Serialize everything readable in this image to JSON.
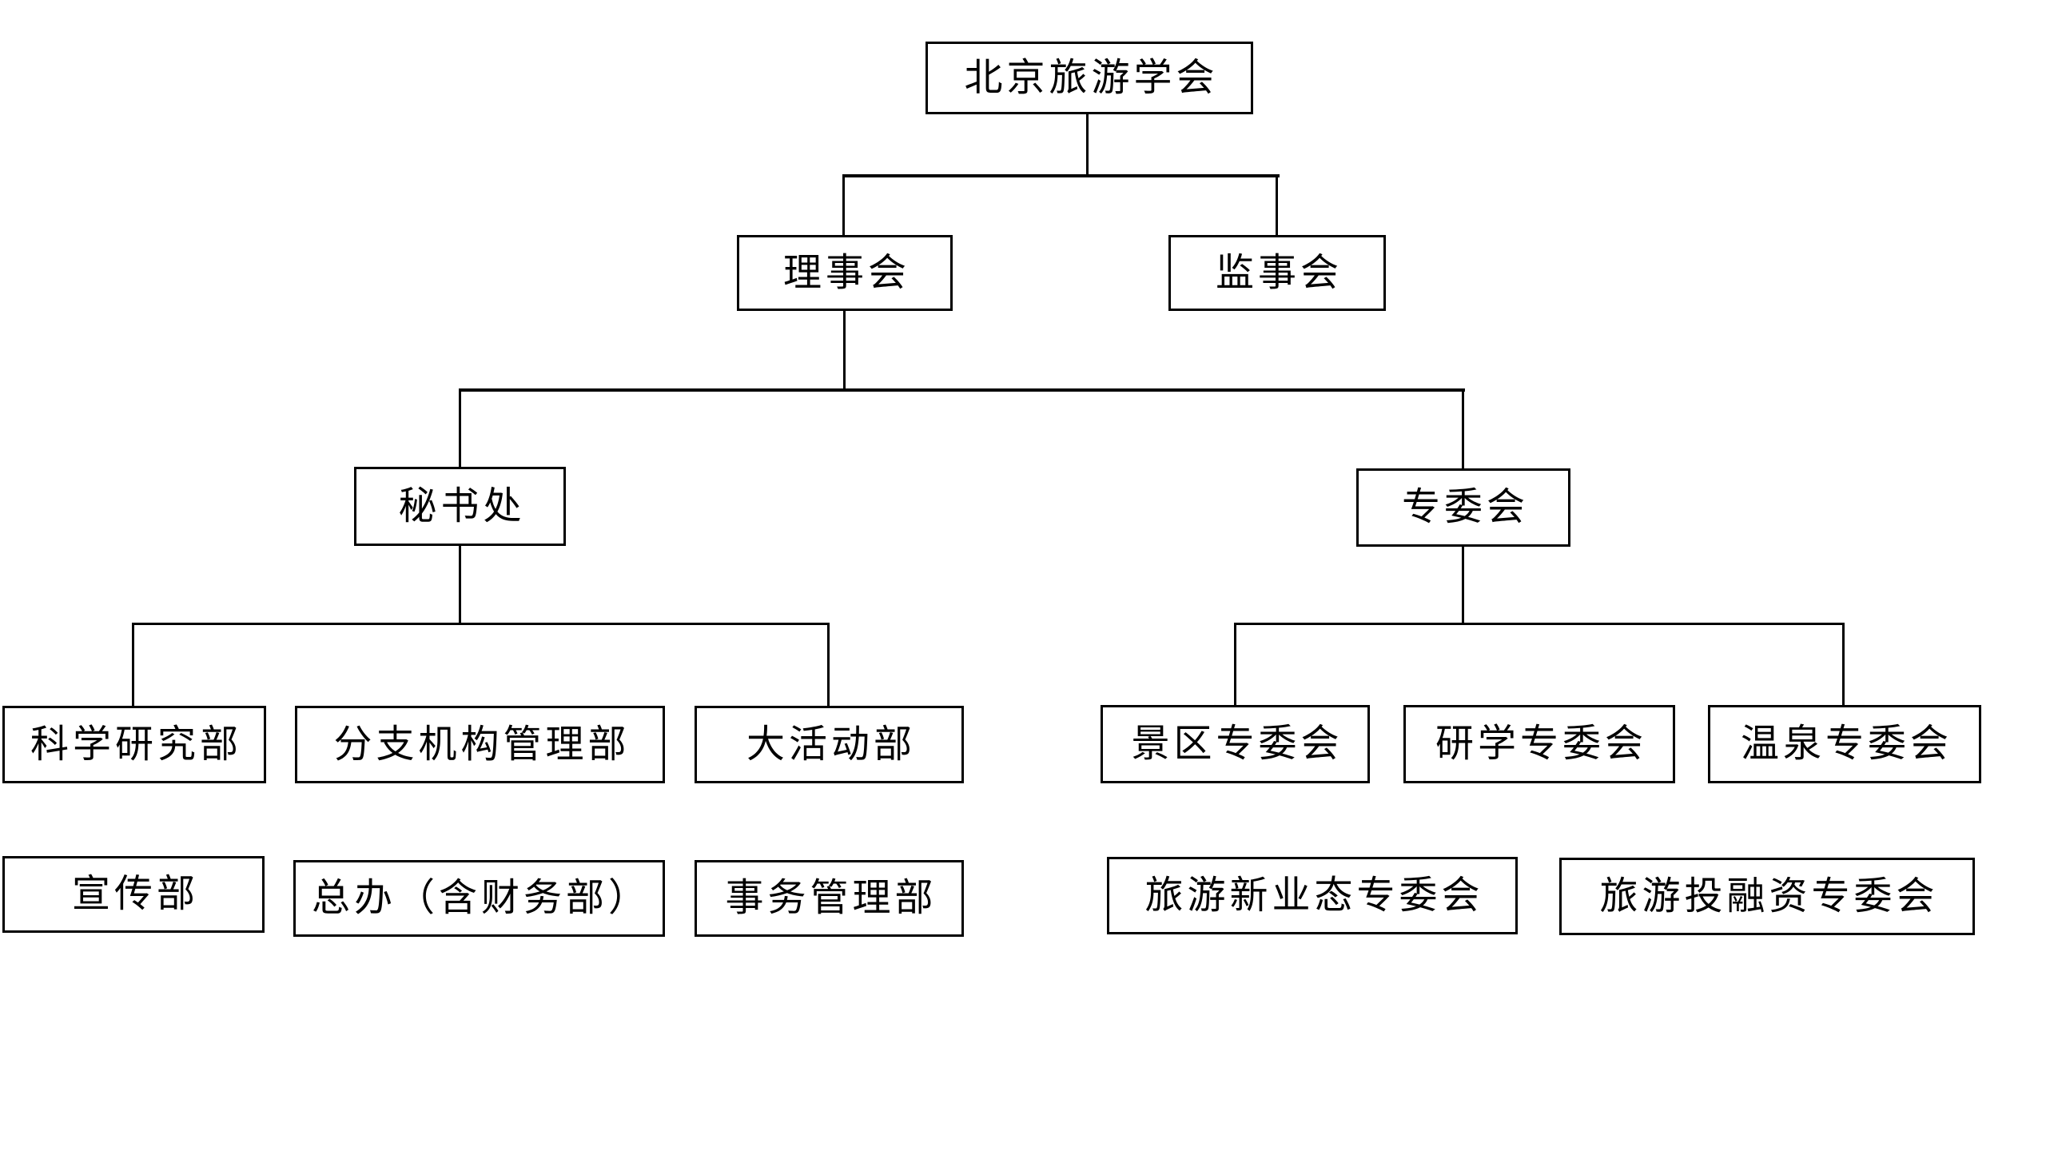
{
  "org": {
    "chart_type": "organization-chart",
    "root_label": "北京旅游学会",
    "nodes": [
      {
        "id": "root",
        "label": "北京旅游学会",
        "parent": null
      },
      {
        "id": "board-of-directors",
        "label": "理事会",
        "parent": "北京旅游学会"
      },
      {
        "id": "board-of-supervisors",
        "label": "监事会",
        "parent": "北京旅游学会"
      },
      {
        "id": "secretariat",
        "label": "秘书处",
        "parent": "理事会"
      },
      {
        "id": "special-committees",
        "label": "专委会",
        "parent": "理事会"
      },
      {
        "id": "science-research-dept",
        "label": "科学研究部",
        "parent": "秘书处"
      },
      {
        "id": "branch-management-dept",
        "label": "分支机构管理部",
        "parent": "秘书处"
      },
      {
        "id": "major-events-dept",
        "label": "大活动部",
        "parent": "秘书处"
      },
      {
        "id": "scenic-area-committee",
        "label": "景区专委会",
        "parent": "专委会"
      },
      {
        "id": "study-tour-committee",
        "label": "研学专委会",
        "parent": "专委会"
      },
      {
        "id": "hot-spring-committee",
        "label": "温泉专委会",
        "parent": "专委会"
      },
      {
        "id": "publicity-dept",
        "label": "宣传部",
        "parent": "秘书处"
      },
      {
        "id": "general-office",
        "label": "总办（含财务部）",
        "parent": "秘书处"
      },
      {
        "id": "affairs-management-dept",
        "label": "事务管理部",
        "parent": "秘书处"
      },
      {
        "id": "new-tourism-business-committee",
        "label": "旅游新业态专委会",
        "parent": "专委会"
      },
      {
        "id": "tourism-investment-committee",
        "label": "旅游投融资专委会",
        "parent": "专委会"
      }
    ],
    "colors": {
      "background": "#ffffff",
      "box_fill": "#ffffff",
      "box_border": "#000000",
      "text": "#000000",
      "connector": "#000000"
    }
  }
}
